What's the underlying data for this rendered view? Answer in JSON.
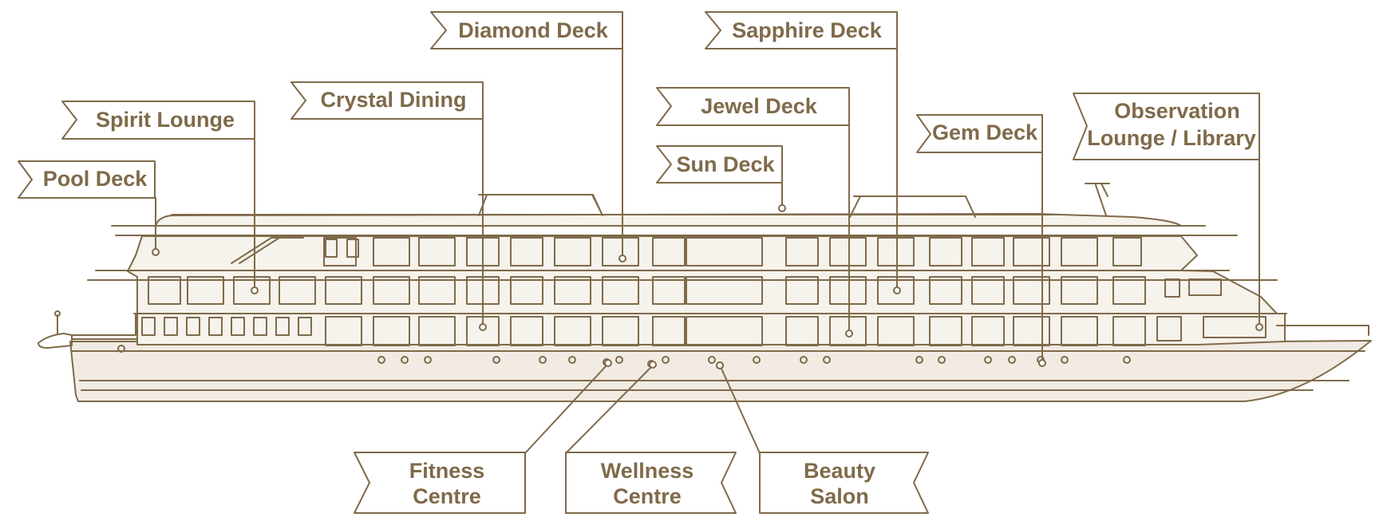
{
  "colors": {
    "line": "#7f6a4a",
    "hull_fill": "#f1ebe3",
    "deck_fill": "#f6f2ec",
    "text": "#7f6a4a",
    "background": "#ffffff"
  },
  "labels": {
    "pool_deck": "Pool Deck",
    "spirit_lounge": "Spirit Lounge",
    "crystal_dining": "Crystal Dining",
    "diamond_deck": "Diamond Deck",
    "sapphire_deck": "Sapphire Deck",
    "jewel_deck": "Jewel Deck",
    "sun_deck": "Sun Deck",
    "gem_deck": "Gem Deck",
    "observation_line1": "Observation",
    "observation_line2": "Lounge / Library",
    "fitness_line1": "Fitness",
    "fitness_line2": "Centre",
    "wellness_line1": "Wellness",
    "wellness_line2": "Centre",
    "beauty_line1": "Beauty",
    "beauty_line2": "Salon"
  }
}
